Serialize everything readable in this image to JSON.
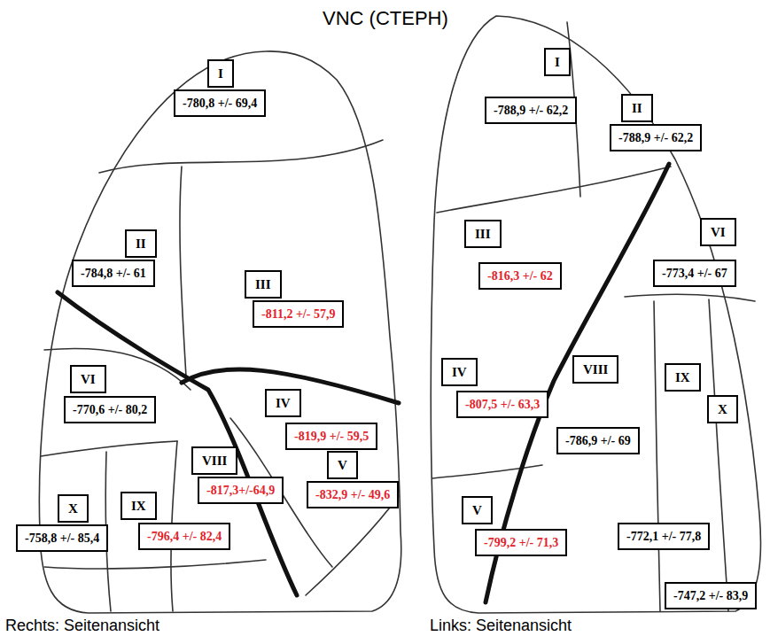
{
  "diagram": {
    "title": "VNC (CTEPH)",
    "nodes": [
      {
        "text": [
          "I"
        ]
      },
      {
        "text": [
          "-780,8 +/- 69,4"
        ]
      },
      {
        "text": [
          "II"
        ]
      },
      {
        "text": [
          "-784,8 +/- 61"
        ]
      },
      {
        "text": [
          "III"
        ]
      },
      {
        "text": [
          "-811,2 +/- 57,9"
        ]
      },
      {
        "text": [
          "VI"
        ]
      },
      {
        "text": [
          "IV"
        ]
      },
      {
        "text": [
          "-770,6 +/- 80,2"
        ]
      },
      {
        "text": [
          "-819,9 +/- 59,5"
        ]
      },
      {
        "text": [
          "VIII"
        ]
      },
      {
        "text": [
          "V"
        ]
      },
      {
        "text": [
          "-817,3+/-64,9"
        ]
      },
      {
        "text": [
          "-832,9 +/- 49,6"
        ]
      },
      {
        "text": [
          "X"
        ]
      },
      {
        "text": [
          "IX"
        ]
      },
      {
        "text": [
          "-758,8 +/- 85,4"
        ]
      },
      {
        "text": [
          "-796,4 +/- 82,4"
        ]
      },
      {
        "text": [
          "I"
        ]
      },
      {
        "text": [
          "II"
        ]
      },
      {
        "text": [
          "-788,9 +/- 62,2"
        ]
      },
      {
        "text": [
          "-788,9 +/- 62,2"
        ]
      },
      {
        "text": [
          "III"
        ]
      },
      {
        "text": [
          "VI"
        ]
      },
      {
        "text": [
          "-816,3 +/- 62"
        ]
      },
      {
        "text": [
          "-773,4 +/- 67"
        ]
      },
      {
        "text": [
          "IV"
        ]
      },
      {
        "text": [
          "VIII"
        ]
      },
      {
        "text": [
          "IX"
        ]
      },
      {
        "text": [
          "X"
        ]
      },
      {
        "text": [
          "-807,5 +/- 63,3"
        ]
      },
      {
        "text": [
          "-786,9 +/- 69"
        ]
      },
      {
        "text": [
          "V"
        ]
      },
      {
        "text": [
          "-799,2 +/- 71,3"
        ]
      },
      {
        "text": [
          "-772,1 +/- 77,8"
        ]
      },
      {
        "text": [
          "-747,2 +/- 83,9"
        ]
      }
    ],
    "labels": [
      "Rechts: Seitenansicht",
      "Links: Seitenansicht"
    ]
  }
}
